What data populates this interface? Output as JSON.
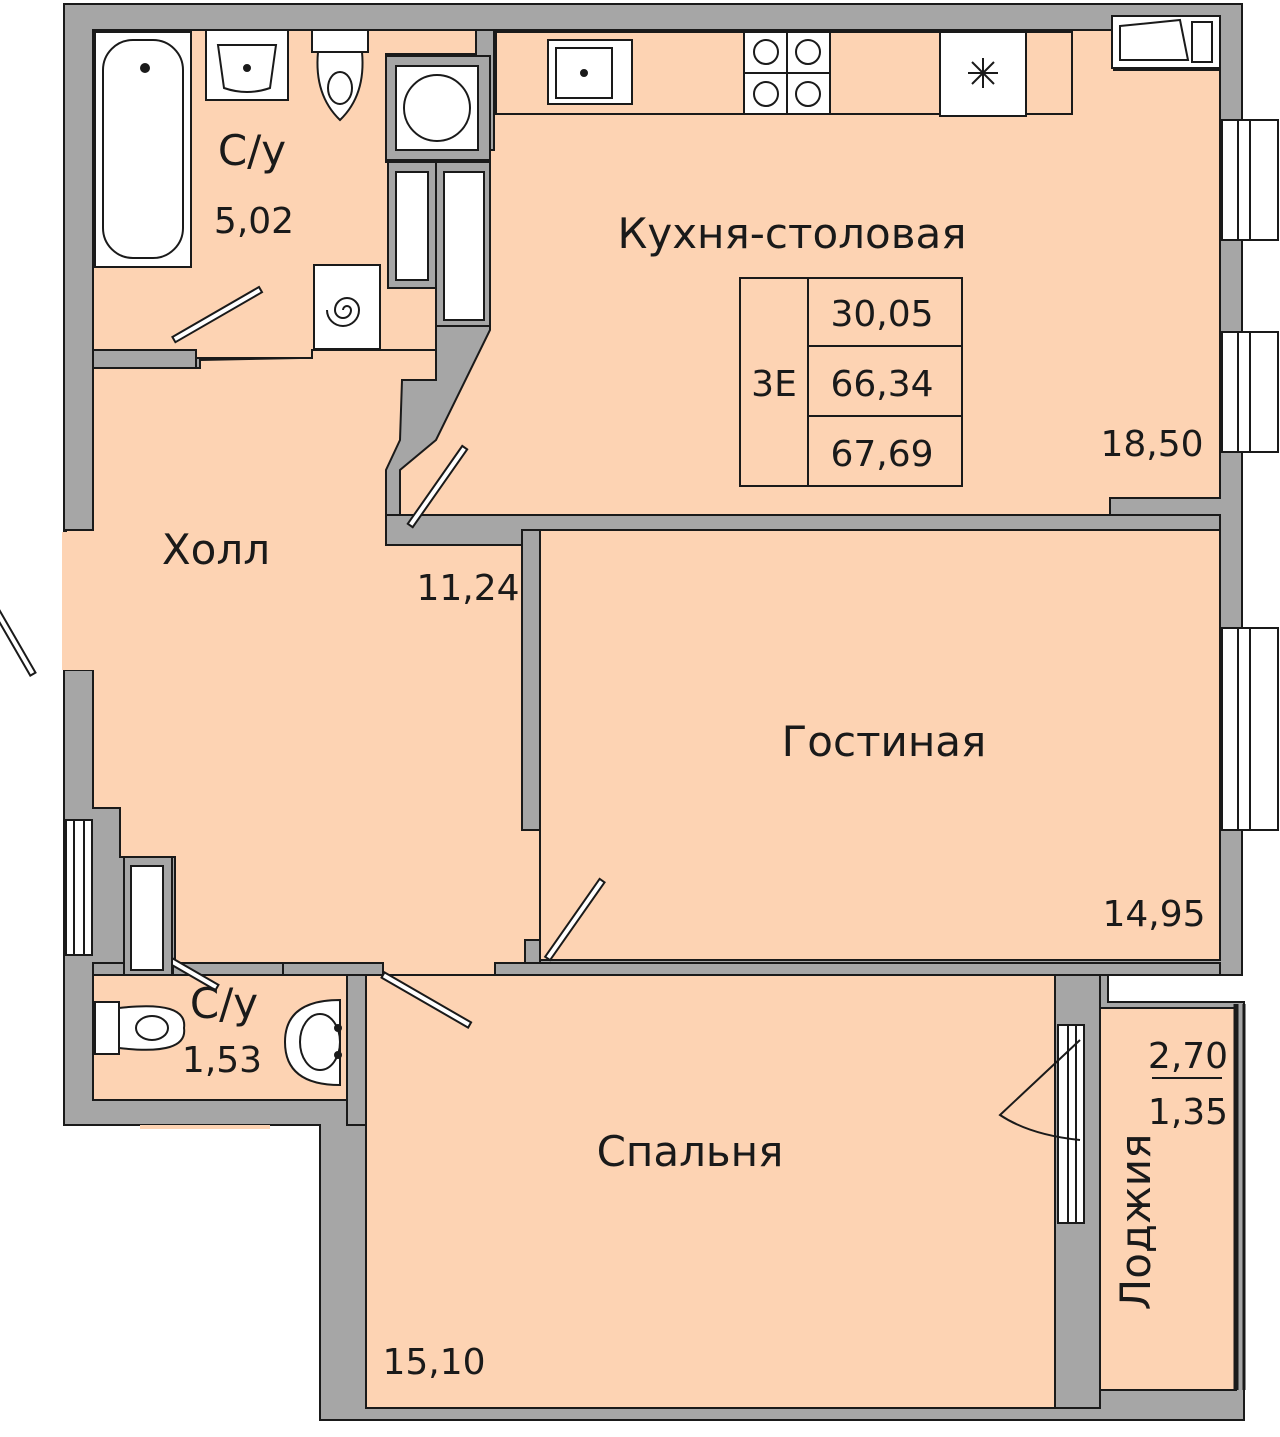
{
  "colors": {
    "wall": "#a6a6a6",
    "floor": "#fdd3b3",
    "line": "#1a1a1a",
    "fixture": "#ffffff"
  },
  "rooms": {
    "bathroom": {
      "name": "С/у",
      "area": "5,02"
    },
    "kitchen": {
      "name": "Кухня-столовая",
      "area": "18,50"
    },
    "hall": {
      "name": "Холл",
      "area": "11,24"
    },
    "living": {
      "name": "Гостиная",
      "area": "14,95"
    },
    "toilet": {
      "name": "С/у",
      "area": "1,53"
    },
    "bedroom": {
      "name": "Спальня",
      "area": "15,10"
    },
    "loggia": {
      "name": "Лоджия",
      "area_full": "2,70",
      "area_reduced": "1,35"
    }
  },
  "summary": {
    "type": "3Е",
    "living_area": "30,05",
    "total_area": "66,34",
    "total_with_loggia": "67,69"
  },
  "icons": {
    "fixtures": [
      "bathtub-icon",
      "washbasin-icon",
      "toilet-icon",
      "washing-machine-icon",
      "cabinet-icon",
      "boiler-icon",
      "sink-icon",
      "stove-icon",
      "hood-icon",
      "fridge-icon",
      "radiator-icon"
    ]
  }
}
